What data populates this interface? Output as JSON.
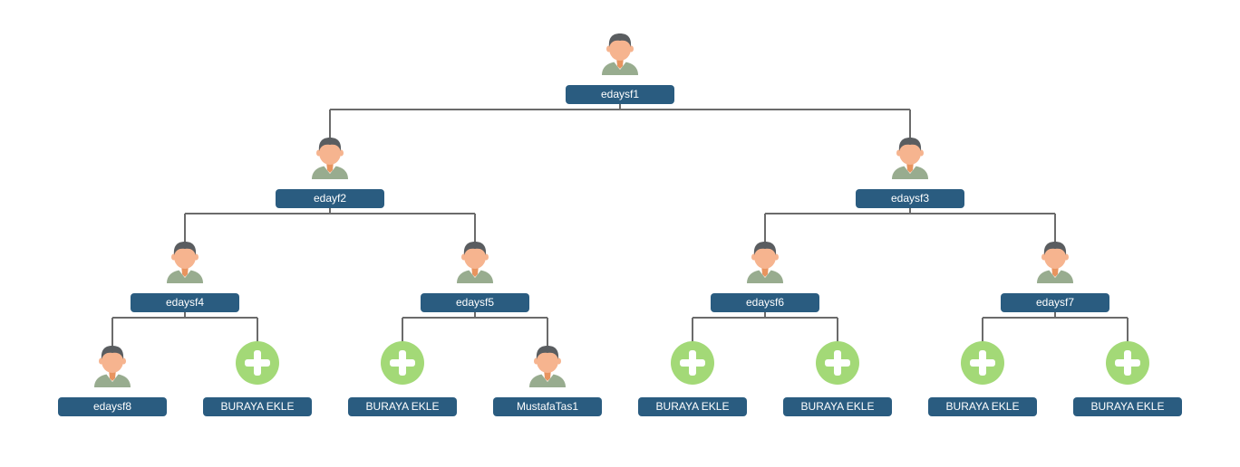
{
  "colors": {
    "label_bg": "#2a5c80",
    "label_text": "#ffffff",
    "connector": "#6b6b6b",
    "add_button": "#a3d977",
    "avatar_hair": "#5a5d60",
    "avatar_skin": "#f6b48f",
    "avatar_neck": "#e8945f",
    "avatar_shirt": "#98ac8f",
    "avatar_collar": "#ffffff"
  },
  "icons": {
    "member": "person-avatar-icon",
    "empty_slot": "plus-circle-icon"
  },
  "tree": {
    "id": "n1",
    "type": "member",
    "label": "edaysf1",
    "children": [
      {
        "id": "n2",
        "type": "member",
        "label": "edayf2",
        "children": [
          {
            "id": "n4",
            "type": "member",
            "label": "edaysf4",
            "children": [
              {
                "id": "n8",
                "type": "member",
                "label": "edaysf8",
                "children": []
              },
              {
                "id": "n9",
                "type": "empty",
                "label": "BURAYA EKLE",
                "children": []
              }
            ]
          },
          {
            "id": "n5",
            "type": "member",
            "label": "edaysf5",
            "children": [
              {
                "id": "n10",
                "type": "empty",
                "label": "BURAYA EKLE",
                "children": []
              },
              {
                "id": "n11",
                "type": "member",
                "label": "MustafaTas1",
                "children": []
              }
            ]
          }
        ]
      },
      {
        "id": "n3",
        "type": "member",
        "label": "edaysf3",
        "children": [
          {
            "id": "n6",
            "type": "member",
            "label": "edaysf6",
            "children": [
              {
                "id": "n12",
                "type": "empty",
                "label": "BURAYA EKLE",
                "children": []
              },
              {
                "id": "n13",
                "type": "empty",
                "label": "BURAYA EKLE",
                "children": []
              }
            ]
          },
          {
            "id": "n7",
            "type": "member",
            "label": "edaysf7",
            "children": [
              {
                "id": "n14",
                "type": "empty",
                "label": "BURAYA EKLE",
                "children": []
              },
              {
                "id": "n15",
                "type": "empty",
                "label": "BURAYA EKLE",
                "children": []
              }
            ]
          }
        ]
      }
    ]
  }
}
